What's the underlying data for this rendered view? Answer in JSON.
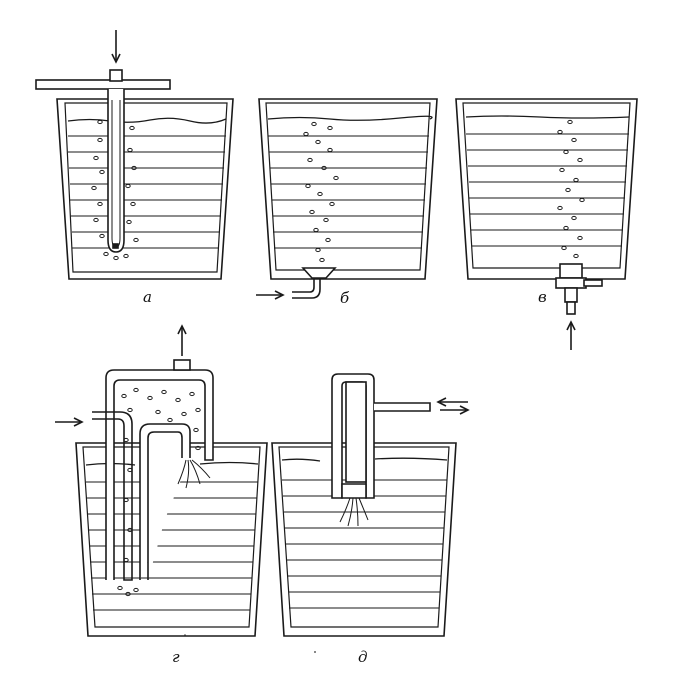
{
  "figure": {
    "panels": [
      {
        "id": "a",
        "label": "а"
      },
      {
        "id": "b",
        "label": "б"
      },
      {
        "id": "v",
        "label": "в"
      },
      {
        "id": "g",
        "label": "г"
      },
      {
        "id": "d",
        "label": "д"
      }
    ]
  },
  "colors": {
    "ink": "#1a1a1a",
    "paper": "#ffffff"
  }
}
